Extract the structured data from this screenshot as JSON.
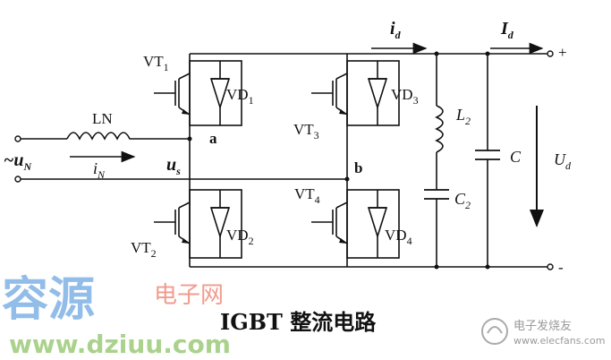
{
  "labels": {
    "vt1": "VT",
    "vt1_sub": "1",
    "vd1": "VD",
    "vd1_sub": "1",
    "vt2": "VT",
    "vt2_sub": "2",
    "vd2": "VD",
    "vd2_sub": "2",
    "vt3": "VT",
    "vt3_sub": "3",
    "vd3": "VD",
    "vd3_sub": "3",
    "vt4": "VT",
    "vt4_sub": "4",
    "vd4": "VD",
    "vd4_sub": "4",
    "ln": "LN",
    "in": "i",
    "in_sub": "N",
    "us": "u",
    "us_sub": "s",
    "un": "~u",
    "un_sub": "N",
    "node_a": "a",
    "node_b": "b",
    "id": "i",
    "id_sub": "d",
    "Id": "I",
    "Id_sub": "d",
    "l2": "L",
    "l2_sub": "2",
    "c2": "C",
    "c2_sub": "2",
    "c": "C",
    "ud": "U",
    "ud_sub": "d",
    "plus": "+",
    "minus": "-"
  },
  "title": "IGBT 整流电路",
  "watermark": {
    "brand": "容源",
    "site": "电子网",
    "url": "www.dziuu.com",
    "right": "电子发烧友",
    "right_url": "www.elecfans.com"
  }
}
